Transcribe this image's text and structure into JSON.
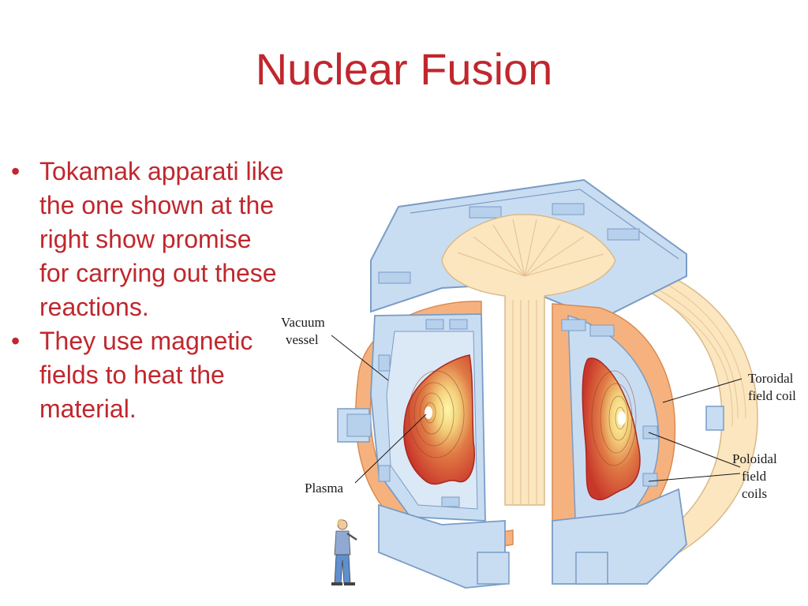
{
  "slide": {
    "title": "Nuclear Fusion",
    "bullet_char": "•",
    "bullets": [
      {
        "text": "Tokamak apparati like the one shown at the right show promise for carrying out these reactions."
      },
      {
        "text": "They use magnetic fields to heat the material."
      }
    ]
  },
  "diagram": {
    "labels": {
      "vacuum_vessel": [
        "Vacuum",
        "vessel"
      ],
      "toroidal_field_coil": [
        "Toroidal",
        "field coil"
      ],
      "poloidal_field_coils": [
        "Poloidal",
        "field",
        "coils"
      ],
      "plasma": "Plasma"
    }
  },
  "colors": {
    "title": "#c0272d",
    "text": "#c0272d",
    "vessel_blue": "#c9ddf2",
    "vessel_outline": "#7a9cc6",
    "coil_orange": "#f6b27e",
    "coil_cream": "#fbe6bf",
    "plasma_red": "#c9372b",
    "plasma_yellow": "#fff7a8"
  }
}
